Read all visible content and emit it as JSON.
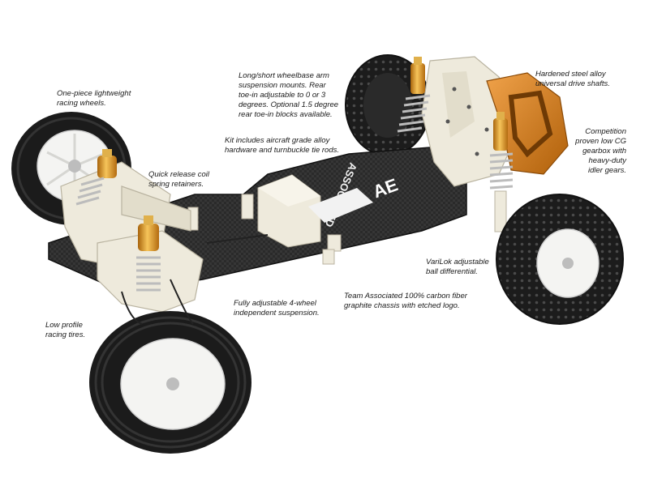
{
  "callouts": {
    "racing_wheels": [
      "One-piece lightweight",
      "racing wheels."
    ],
    "wheelbase": [
      "Long/short wheelbase arm",
      "suspension mounts. Rear",
      "toe-in adjustable to 0 or 3",
      "degrees. Optional 1.5 degree",
      "rear toe-in blocks available."
    ],
    "drive_shafts": [
      "Hardened steel alloy",
      "universal drive shafts."
    ],
    "hardware": [
      "Kit includes aircraft grade alloy",
      "hardware and turnbuckle tie rods."
    ],
    "gearbox": [
      "Competition",
      "proven low CG",
      "gearbox with",
      "heavy-duty",
      "idler gears."
    ],
    "coil_spring": [
      "Quick release coil",
      "spring retainers."
    ],
    "differential": [
      "VariLok adjustable",
      "ball differential."
    ],
    "chassis": [
      "Team Associated 100% carbon fiber",
      "graphite chassis with etched logo."
    ],
    "suspension": [
      "Fully adjustable 4-wheel",
      "independent suspension."
    ],
    "tires": [
      "Low profile",
      "racing tires."
    ]
  },
  "chassis_logo": "ASSOCIATED",
  "colors": {
    "tire": "#1b1b1b",
    "rim": "#f4f4f2",
    "carbon": "#2a2a2a",
    "nylon": "#eeeadc",
    "gold": "#e09a2a",
    "spring": "#b9b9b9"
  }
}
